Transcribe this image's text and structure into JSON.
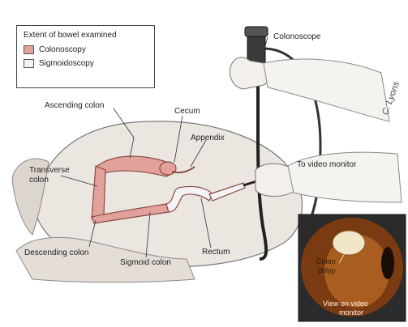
{
  "legend": {
    "title": "Extent of bowel examined",
    "items": [
      {
        "label": "Colonoscopy",
        "color": "#e3a19b"
      },
      {
        "label": "Sigmoidoscopy",
        "color": "#f4f4f4"
      }
    ]
  },
  "labels": {
    "colonoscope": "Colonoscope",
    "ascending_colon": "Ascending colon",
    "cecum": "Cecum",
    "appendix": "Appendix",
    "transverse_colon_1": "Transverse",
    "transverse_colon_2": "colon",
    "to_video_monitor": "To video monitor",
    "descending_colon": "Descending colon",
    "sigmoid_colon": "Sigmoid colon",
    "rectum": "Rectum"
  },
  "inset": {
    "polyp_label_1": "Colon",
    "polyp_label_2": "polyp",
    "caption_1": "View on video",
    "caption_2": "monitor"
  },
  "signature": "C. Lyons",
  "colors": {
    "colonoscopy_highlight": "#e3a19b",
    "inset_background": "#7a3a12",
    "body_shading": "#d9d3cc"
  }
}
